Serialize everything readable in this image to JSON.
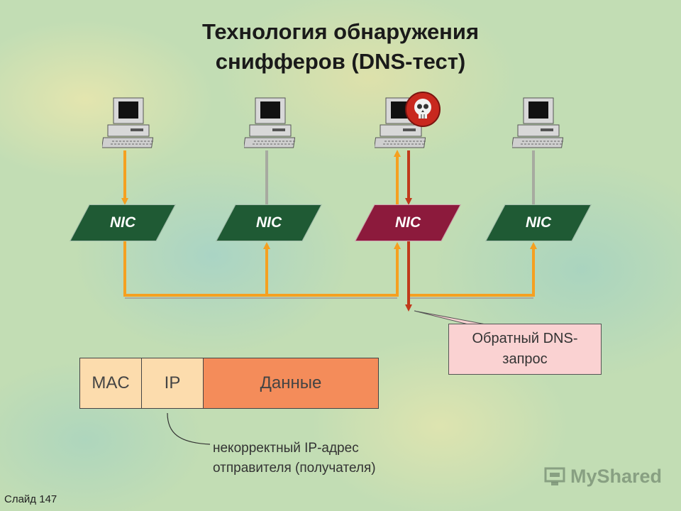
{
  "slide": {
    "title_line1": "Технология обнаружения",
    "title_line2": "снифферов (DNS-тест)",
    "slide_number": "Слайд 147"
  },
  "nics": [
    {
      "label": "NIC",
      "state": "normal"
    },
    {
      "label": "NIC",
      "state": "normal"
    },
    {
      "label": "NIC",
      "state": "sniffer"
    },
    {
      "label": "NIC",
      "state": "normal"
    }
  ],
  "callout": {
    "line1": "Обратный DNS-",
    "line2": "запрос"
  },
  "packet": {
    "fields": [
      "MAC",
      "IP",
      "Данные"
    ]
  },
  "packet_note": {
    "line1": "некорректный IP-адрес",
    "line2": "отправителя (получателя)"
  },
  "watermark": {
    "text": "MyShared"
  },
  "colors": {
    "nic_normal": "#1f5a34",
    "nic_sniffer": "#8c1a3c",
    "wire_orange": "#f5a020",
    "wire_red": "#c0391b",
    "wire_gray": "#a7aaa0",
    "callout_bg": "#fad2d2",
    "packet_header": "#fcdcad",
    "packet_data": "#f48c5a"
  },
  "icons": [
    "computer-icon",
    "skull-icon",
    "watermark-logo-icon"
  ]
}
